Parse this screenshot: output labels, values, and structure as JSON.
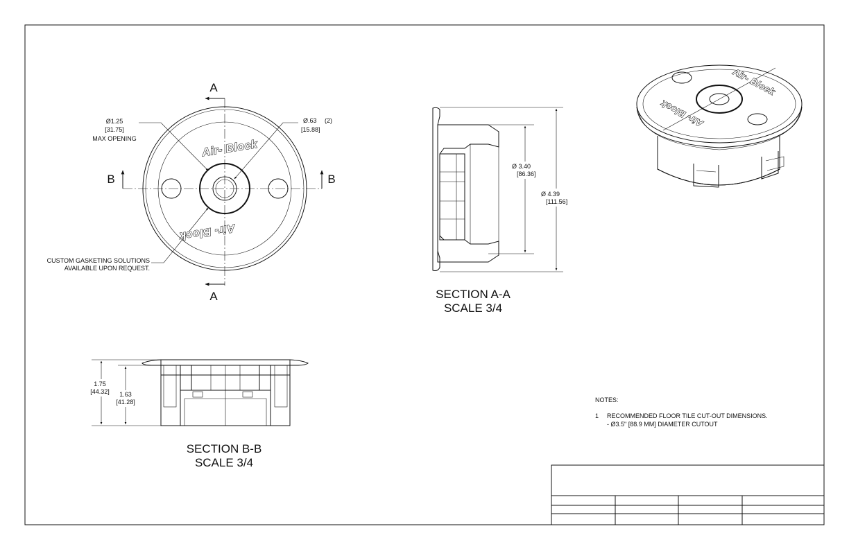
{
  "logo_text": "Air- Block",
  "top_view": {
    "section_letter_a_top": "A",
    "section_letter_a_bottom": "A",
    "section_letter_b_left": "B",
    "section_letter_b_right": "B",
    "callout_opening_line1": "Ø1.25",
    "callout_opening_line2": "[31.75]",
    "callout_opening_line3": "MAX OPENING",
    "callout_holes_line1": "Ø.63",
    "callout_holes_qty": "(2)",
    "callout_holes_line2": "[15.88]",
    "gasket_note_line1": "CUSTOM GASKETING SOLUTIONS",
    "gasket_note_line2": "AVAILABLE UPON REQUEST."
  },
  "section_aa": {
    "title": "SECTION A-A",
    "scale": "SCALE 3/4",
    "inner_dia": "Ø  3.40",
    "inner_dia_mm": "[86.36]",
    "outer_dia": "Ø  4.39",
    "outer_dia_mm": "[111.56]"
  },
  "section_bb": {
    "title": "SECTION B-B",
    "scale": "SCALE 3/4",
    "height_total": "1.75",
    "height_total_mm": "[44.32]",
    "height_body": "1.63",
    "height_body_mm": "[41.28]"
  },
  "notes": {
    "heading": "NOTES:",
    "item_number": "1",
    "item_line1": "RECOMMENDED FLOOR TILE CUT-OUT DIMENSIONS.",
    "item_line2": "- Ø3.5\" [88.9 MM] DIAMETER CUTOUT"
  }
}
